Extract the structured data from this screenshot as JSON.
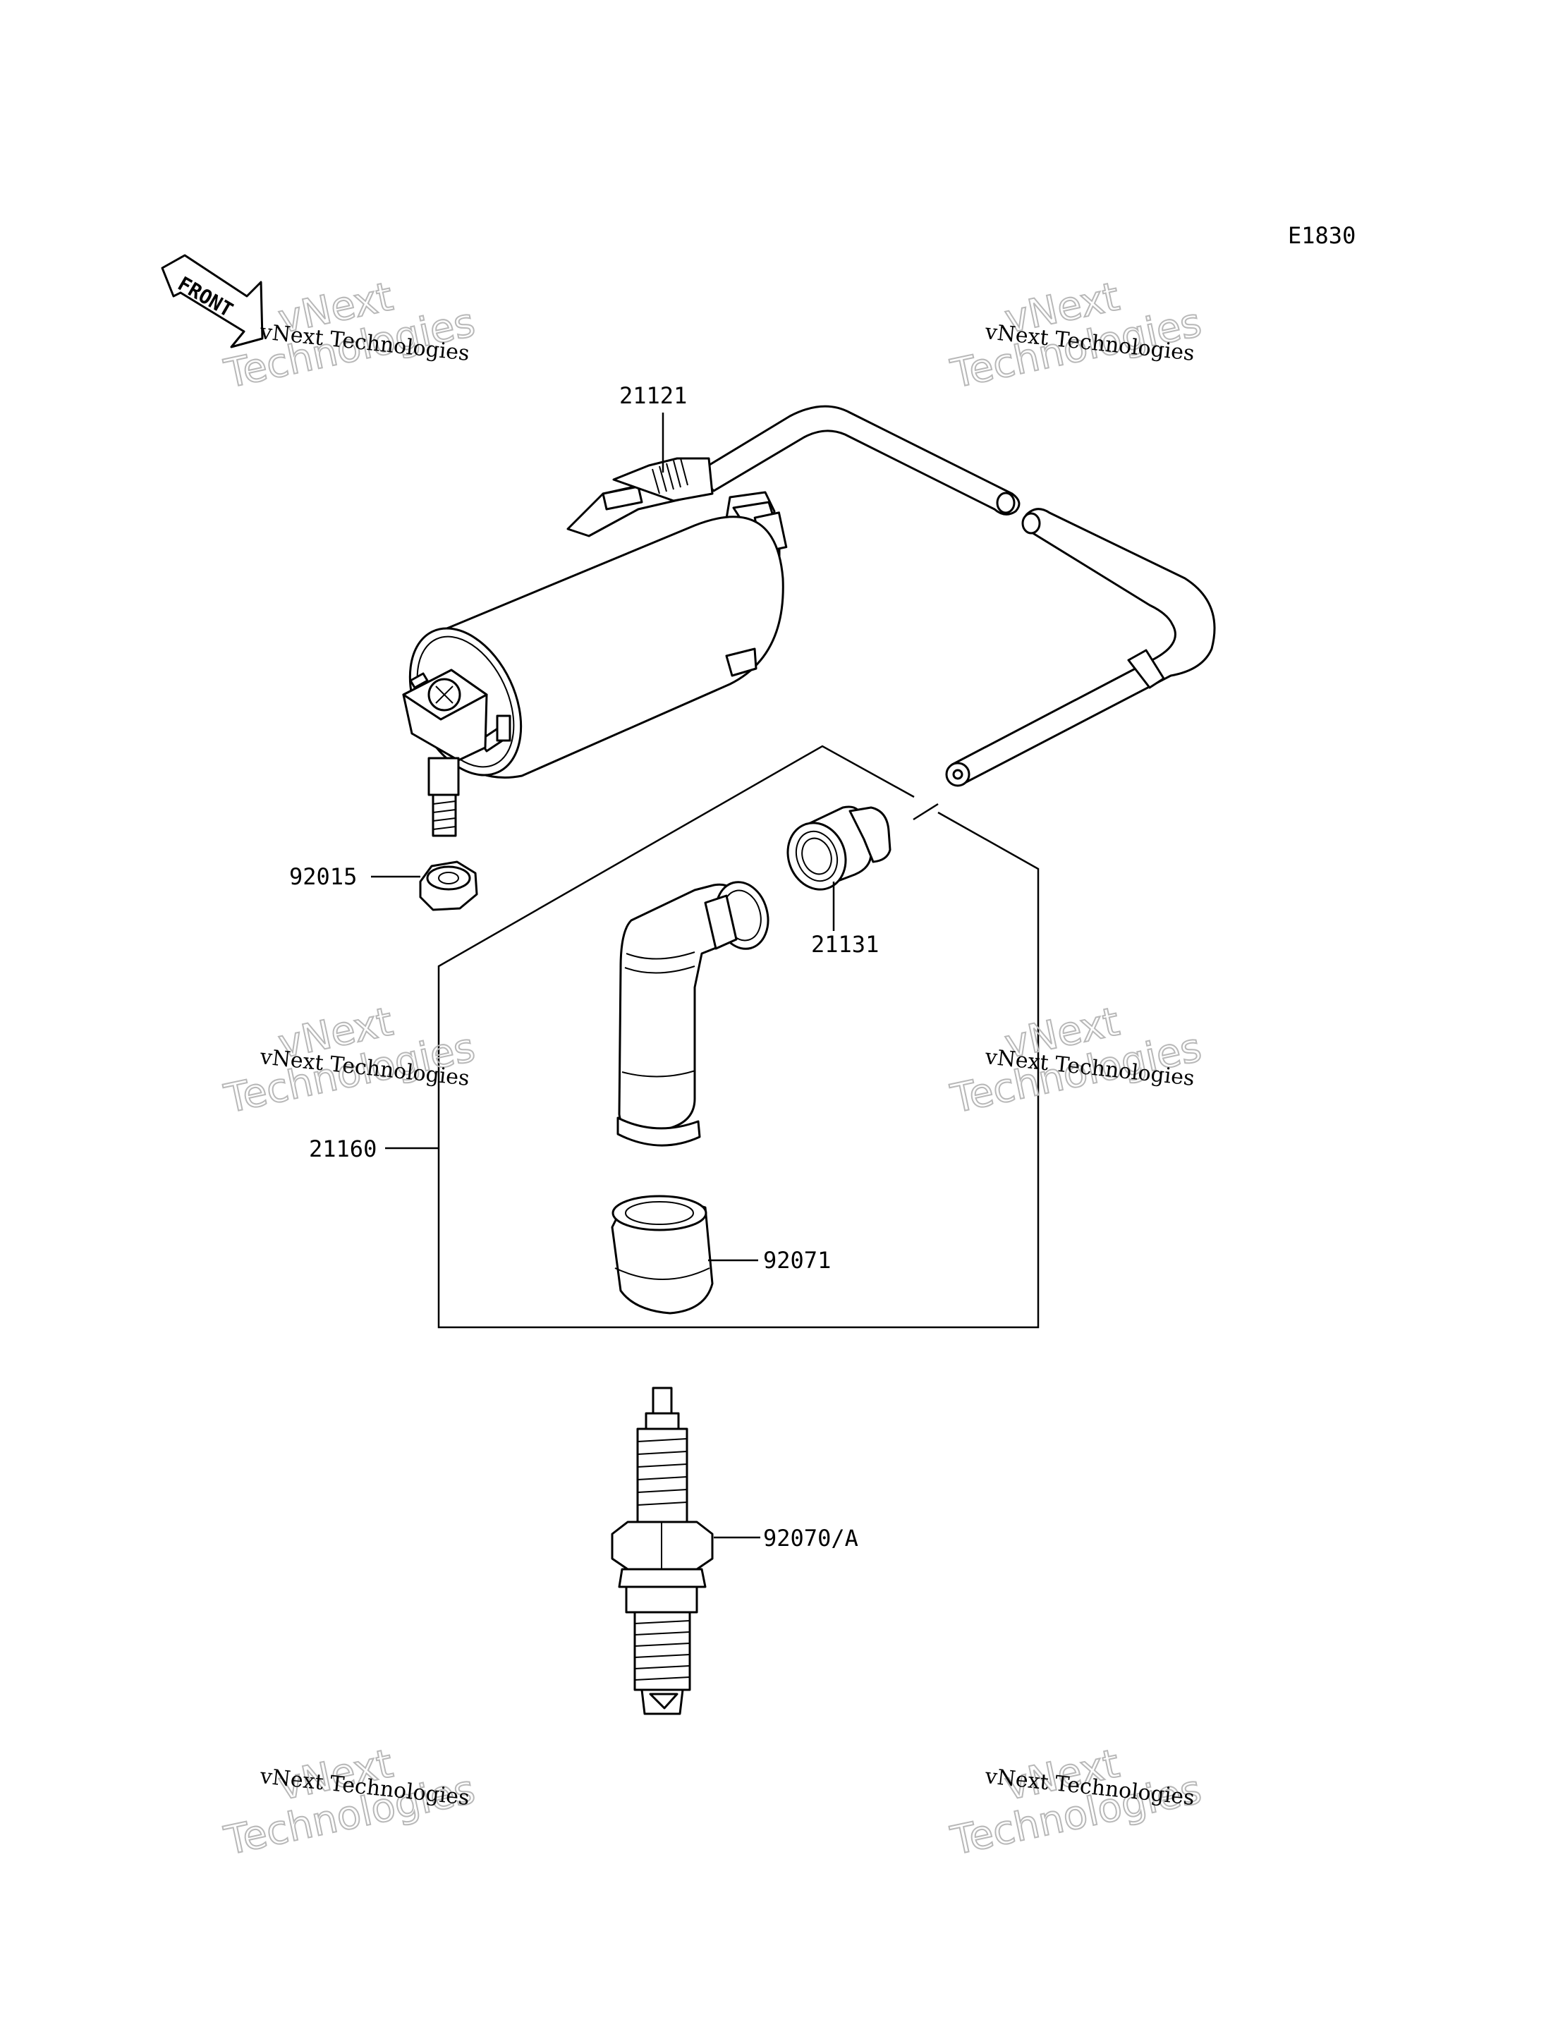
{
  "diagram_code": "E1830",
  "front_label": "FRONT",
  "parts": [
    {
      "number": "21121",
      "name": "ignition-coil"
    },
    {
      "number": "92015",
      "name": "nut"
    },
    {
      "number": "21131",
      "name": "cap-seal"
    },
    {
      "number": "21160",
      "name": "plug-cap-assembly"
    },
    {
      "number": "92071",
      "name": "cap-boot"
    },
    {
      "number": "92070/A",
      "name": "spark-plug"
    }
  ],
  "watermark": {
    "line1": "vNext",
    "line2": "Technologies",
    "small": "vNext Technologies"
  }
}
